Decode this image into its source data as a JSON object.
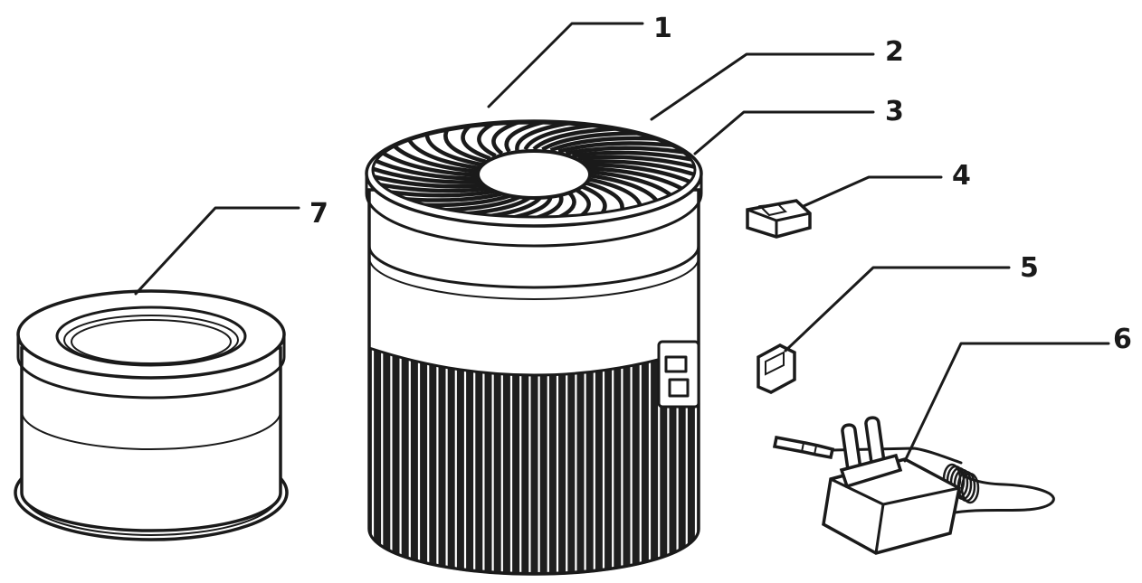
{
  "callouts": [
    {
      "number": "1",
      "part": "top-cover"
    },
    {
      "number": "2",
      "part": "fan-grille"
    },
    {
      "number": "3",
      "part": "top-ring"
    },
    {
      "number": "4",
      "part": "clip-part"
    },
    {
      "number": "5",
      "part": "small-part"
    },
    {
      "number": "6",
      "part": "power-adapter"
    },
    {
      "number": "7",
      "part": "filter"
    }
  ],
  "colors": {
    "ink": "#1a1a1a",
    "paper": "#ffffff"
  }
}
